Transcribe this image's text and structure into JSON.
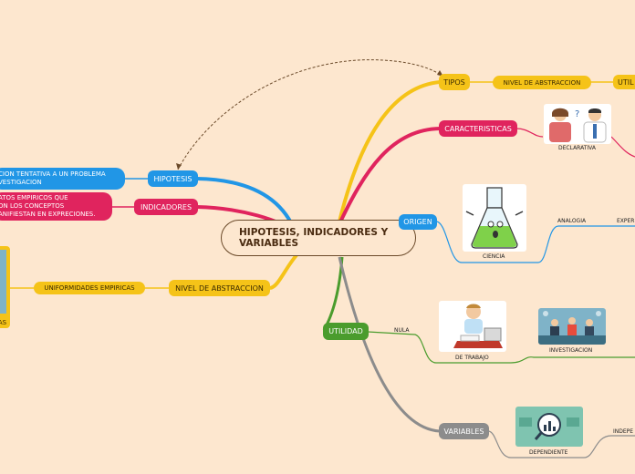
{
  "central": {
    "title": "HIPOTESIS, INDICADORES Y VARIABLES"
  },
  "right": {
    "tipos": "TIPOS",
    "nivel_abstraccion_right": "NIVEL DE ABSTRACCION",
    "util_partial": "UTIL",
    "caracteristicas": "CARACTERISTICAS",
    "declarativa": "DECLARATIVA",
    "origen": "ORIGEN",
    "ciencia": "CIENCIA",
    "analogia": "ANALOGIA",
    "exper_partial": "EXPER",
    "utilidad": "UTILIDAD",
    "nula": "NULA",
    "de_trabajo": "DE TRABAJO",
    "investigacion": "INVESTIGACION",
    "variables": "VARIABLES",
    "dependiente": "DEPENDIENTE",
    "indepe_partial": "INDEPE"
  },
  "left": {
    "hipotesis": "HIPOTESIS",
    "hipotesis_def_line1": "CION TENTATIVA A UN PROBLEMA",
    "hipotesis_def_line2": "VESTIGACION",
    "indicadores": "INDICADORES",
    "indicadores_def_line1": "ATOS EMPIRICOS QUE",
    "indicadores_def_line2": "ON LOS CONCEPTOS",
    "indicadores_def_line3": "ANIFIESTAN EN EXPRECIONES.",
    "nivel_abstraccion_left": "NIVEL DE ABSTRACCION",
    "uniformidades": "UNIFORMIDADES EMPIRICAS",
    "as_partial": "AS"
  },
  "colors": {
    "background": "#fde7cf",
    "yellow": "#f5c318",
    "red": "#e0245e",
    "blue": "#2196e6",
    "green": "#4a9c2d",
    "gray": "#8c8c8c"
  }
}
